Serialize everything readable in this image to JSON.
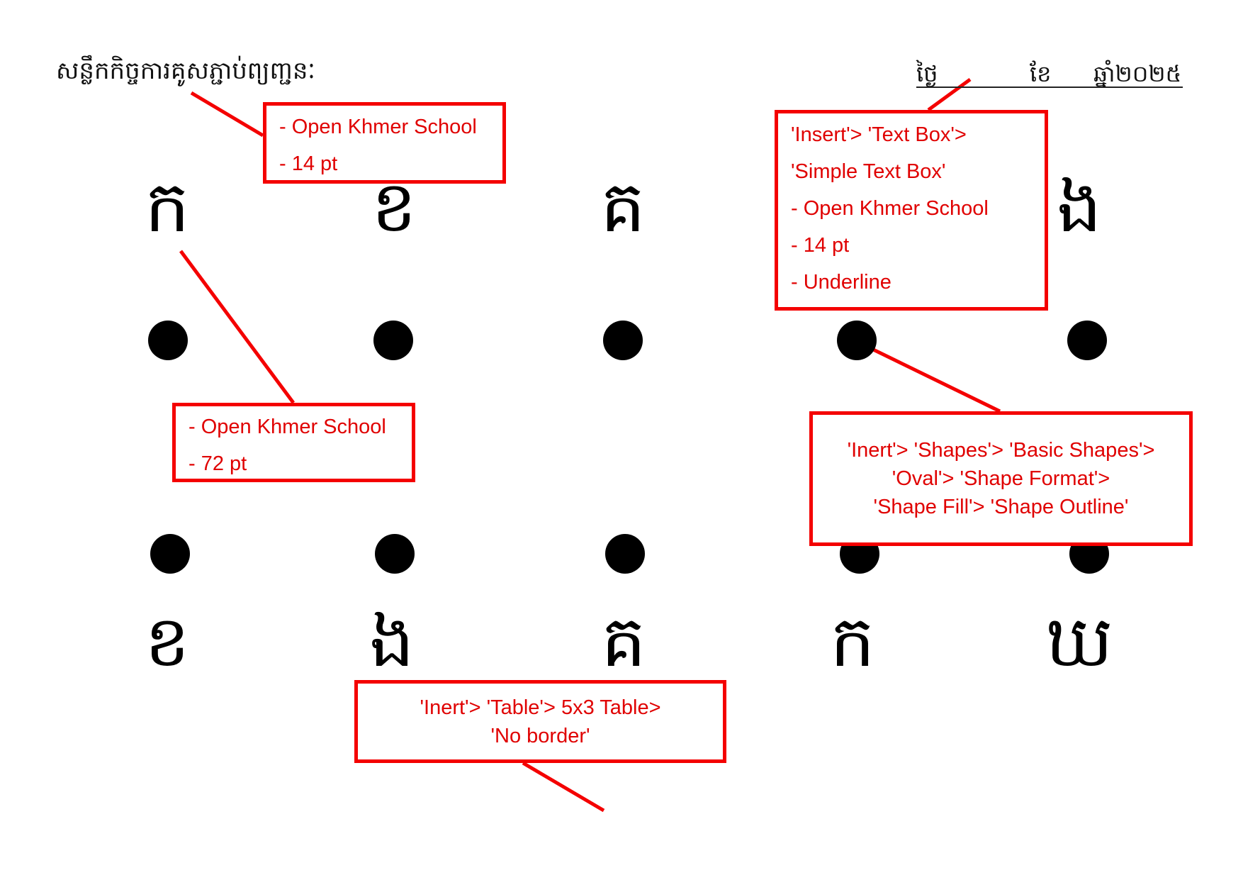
{
  "heading": "សន្លឹកកិច្ចការគូសភ្ជាប់ព្យញ្ជនៈ",
  "date_line": {
    "day": "ថ្ងៃ",
    "month": "ខែ",
    "year": "ឆ្នាំ២០២៥"
  },
  "top_row_letters": [
    "ក",
    "ខ",
    "គ",
    "ង"
  ],
  "bottom_row_letters": [
    "ខ",
    "ង",
    "គ",
    "ក",
    "ឃ"
  ],
  "annotations": {
    "heading_note": [
      "- Open Khmer School",
      "- 14 pt"
    ],
    "textbox_note": [
      "'Insert'> 'Text Box'>",
      "'Simple Text Box'",
      "- Open Khmer School",
      "- 14 pt",
      "- Underline"
    ],
    "letter_note": [
      "- Open Khmer School",
      "- 72 pt"
    ],
    "shape_note": [
      "'Inert'> 'Shapes'> 'Basic Shapes'>",
      "'Oval'> 'Shape Format'>",
      "'Shape Fill'> 'Shape Outline'"
    ],
    "table_note": [
      "'Inert'> 'Table'> 5x3 Table>",
      "'No border'"
    ]
  },
  "colors": {
    "annotation": "#f40000",
    "ink": "#000000"
  }
}
